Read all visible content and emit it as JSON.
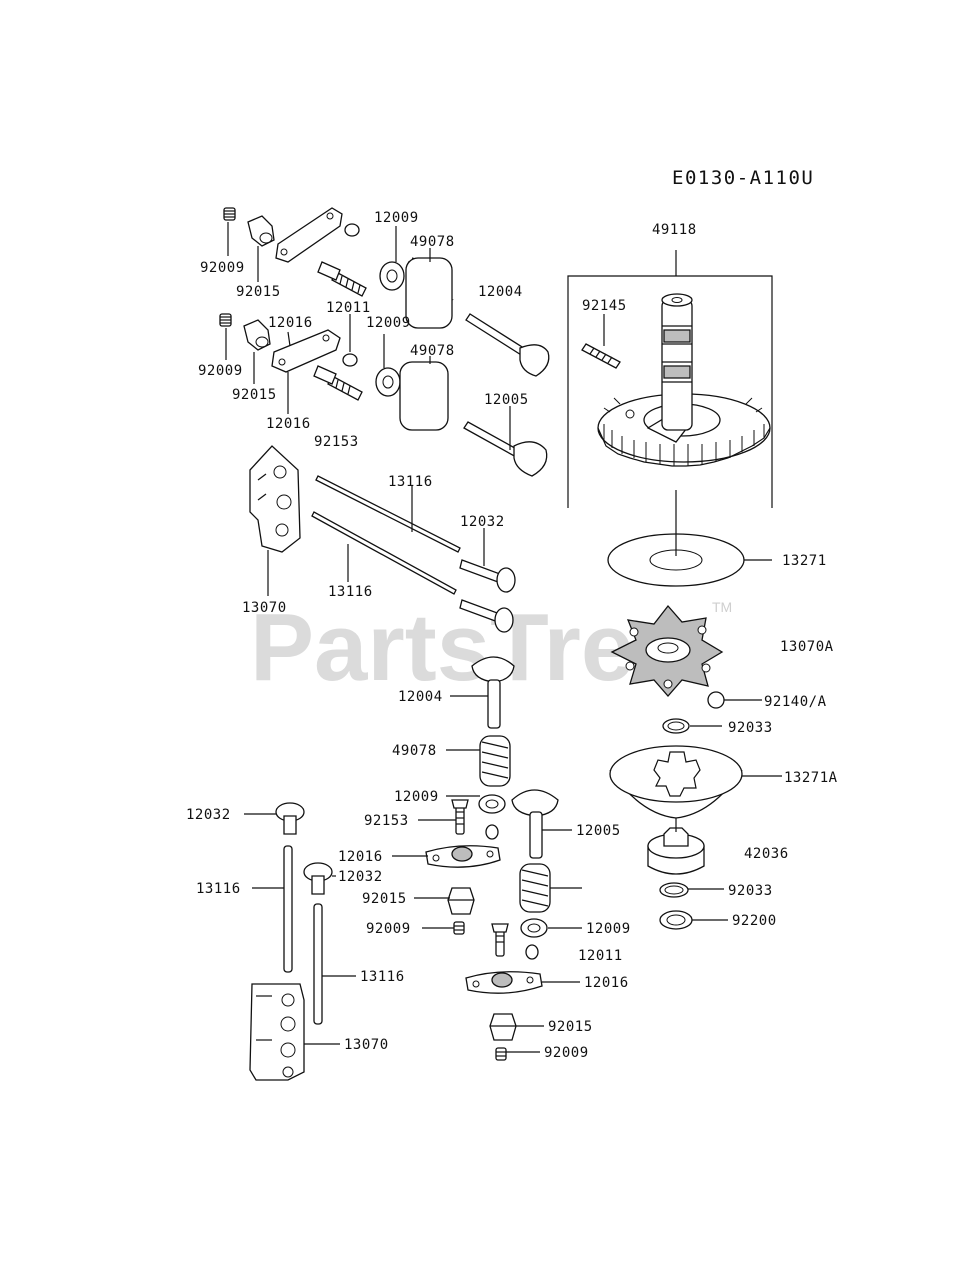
{
  "diagram": {
    "code": "E0130-A110U",
    "watermark": "PartsTree",
    "watermark_tm": "TM",
    "labels": [
      "92009",
      "92015",
      "12009",
      "49078",
      "12004",
      "12011",
      "12016",
      "12009",
      "49078",
      "92009",
      "92015",
      "12016",
      "92153",
      "12005",
      "13116",
      "12032",
      "13116",
      "13070",
      "49118",
      "92145",
      "13271",
      "13070A",
      "92140/A",
      "92033",
      "13271A",
      "42036",
      "92033",
      "92200",
      "12004",
      "49078",
      "12009",
      "92153",
      "12005",
      "12016",
      "12032",
      "92015",
      "92009",
      "12032",
      "13116",
      "12009",
      "12011",
      "13116",
      "12016",
      "92015",
      "13070",
      "92009"
    ]
  }
}
